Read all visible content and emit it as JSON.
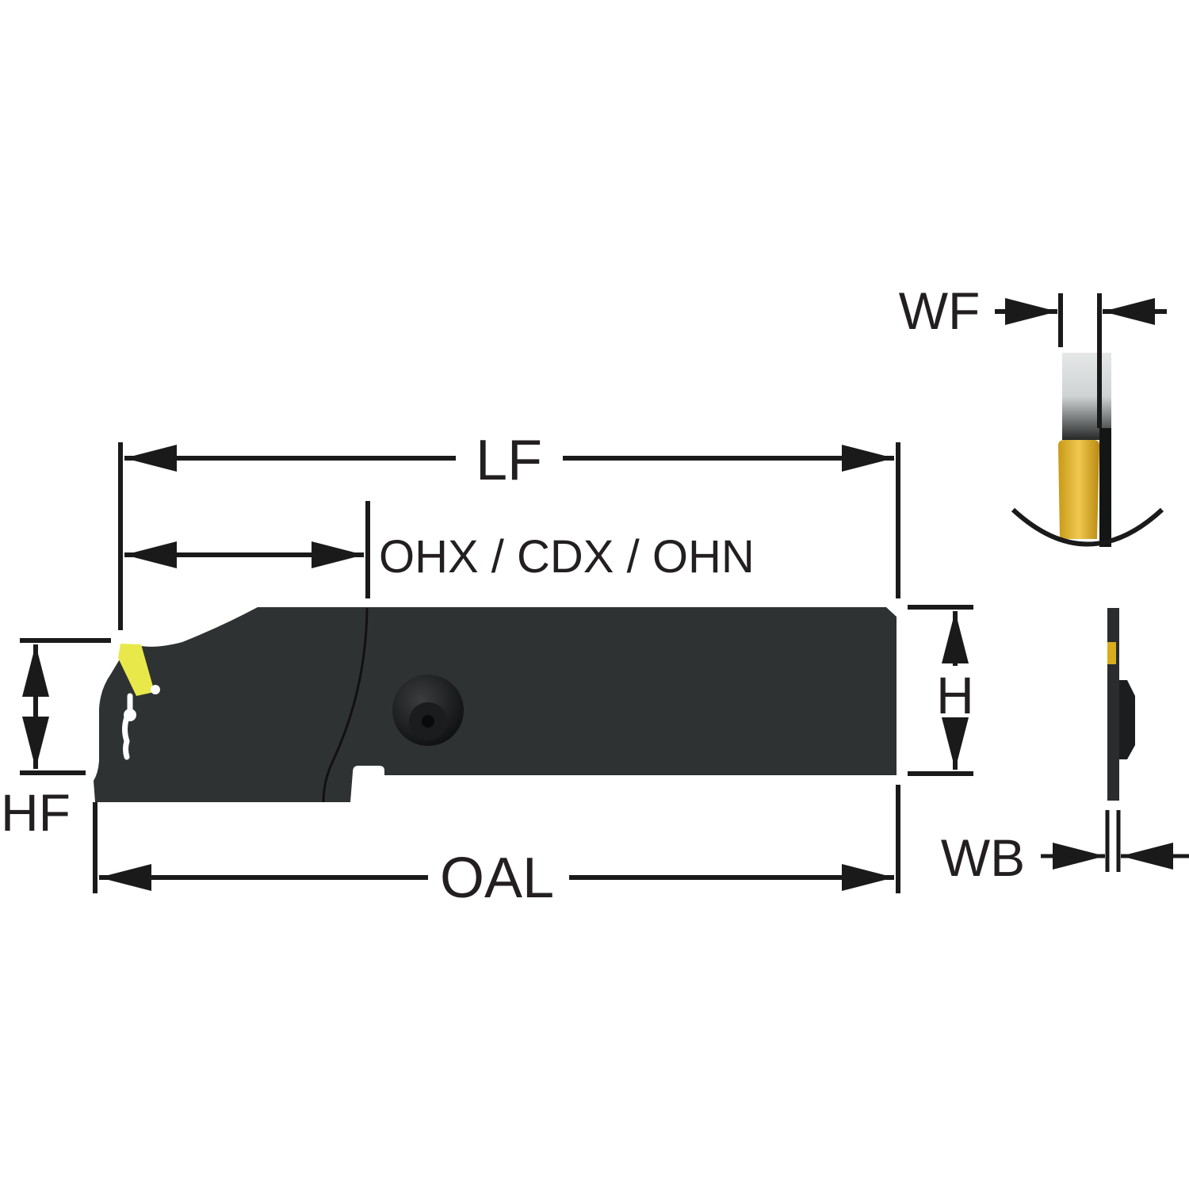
{
  "labels": {
    "lf": "LF",
    "ohx": "OHX / CDX / OHN",
    "h": "H",
    "hf": "HF",
    "oal": "OAL",
    "wf": "WF",
    "wb": "WB"
  },
  "colors": {
    "body": "#2f3233",
    "insert": "#e8e84a",
    "insert_side": "#d8ad1e",
    "line": "#1a1a1a"
  }
}
